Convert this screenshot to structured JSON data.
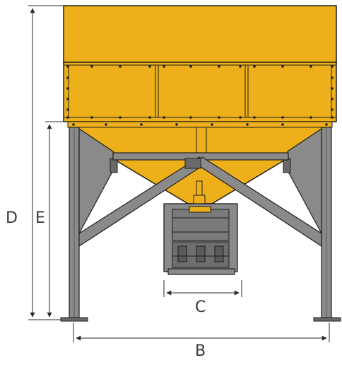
{
  "labels": {
    "d": "D",
    "e": "E",
    "c": "C",
    "b": "B"
  },
  "colors": {
    "hopper": "#EEB01A",
    "hopper_dark": "#D99A0C",
    "steel": "#8A8A8A",
    "steel_dark": "#5A5A5A",
    "outline": "#1E1E1E",
    "dimension": "#2A2A2A"
  }
}
